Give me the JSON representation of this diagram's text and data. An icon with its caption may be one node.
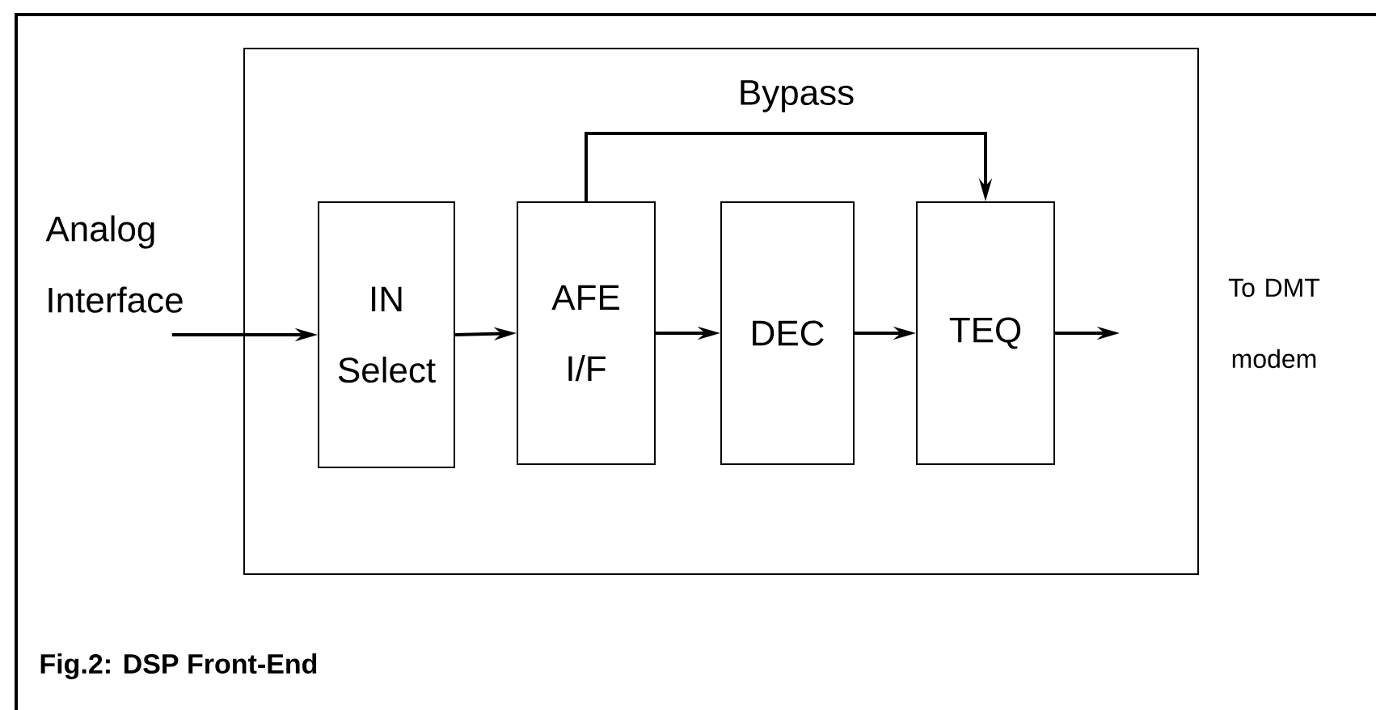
{
  "diagram": {
    "caption": "Fig.2: DSP Front-End",
    "nodes": [
      {
        "text": [
          "Analog Interface"
        ]
      },
      {
        "text": [],
        "shape": "box"
      },
      {
        "text": [
          "IN Select"
        ],
        "in": 1
      },
      {
        "text": [
          "AFE I/F"
        ],
        "in": 1
      },
      {
        "text": [
          "DEC"
        ],
        "in": 1
      },
      {
        "text": [
          "TEQ"
        ],
        "in": 1
      }
    ],
    "edges": [
      {
        "from": 0,
        "to": 2,
        "arrow": "to"
      },
      {
        "from": 2,
        "to": 3,
        "arrow": "to"
      },
      {
        "from": 3,
        "to": 4,
        "arrow": "to"
      },
      {
        "from": 4,
        "to": 5,
        "arrow": "to"
      },
      {
        "from": 5,
        "to": null,
        "arrow": "to"
      },
      {
        "from": 3,
        "to": 5,
        "label": "Bypass",
        "arrow": "to"
      }
    ],
    "labels": [
      "To DMT modem"
    ]
  }
}
